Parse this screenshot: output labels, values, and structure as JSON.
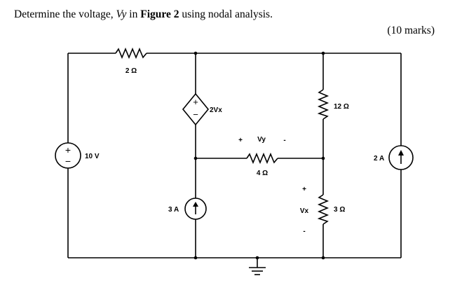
{
  "question": {
    "prefix": "Determine the voltage, ",
    "variable": "Vy",
    "middle": " in ",
    "figure": "Figure 2",
    "suffix": " using nodal analysis."
  },
  "marks": "(10 marks)",
  "circuit": {
    "voltage_source": {
      "label": "10 V",
      "plus": "+",
      "minus": "−"
    },
    "resistor_top_left": {
      "label": "2 Ω"
    },
    "dependent_source": {
      "label": "2Vx",
      "plus": "+",
      "minus": "−"
    },
    "resistor_vy": {
      "label": "4 Ω",
      "voltage_label": "Vy",
      "plus": "+",
      "minus": "-"
    },
    "resistor_right_upper": {
      "label": "12 Ω"
    },
    "resistor_right_lower": {
      "label": "3 Ω",
      "voltage_label": "Vx",
      "plus": "+",
      "minus": "-"
    },
    "current_source_mid": {
      "label": "3 A"
    },
    "current_source_right": {
      "label": "2 A"
    }
  }
}
